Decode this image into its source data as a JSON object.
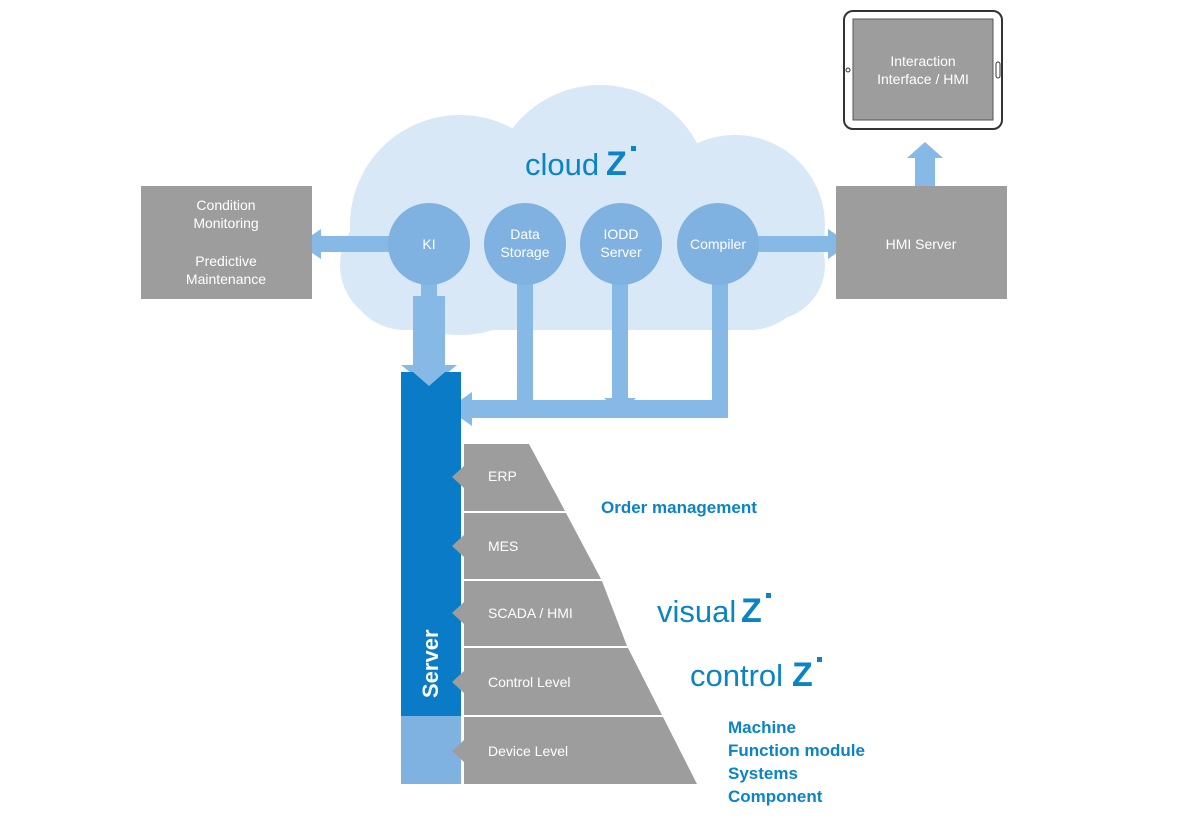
{
  "cloud": {
    "brand": "cloud",
    "nodes": [
      {
        "line1": "KI",
        "line2": ""
      },
      {
        "line1": "Data",
        "line2": "Storage"
      },
      {
        "line1": "IODD",
        "line2": "Server"
      },
      {
        "line1": "Compiler",
        "line2": ""
      }
    ]
  },
  "condition_box": {
    "line1": "Condition",
    "line2": "Monitoring",
    "line3": "Predictive",
    "line4": "Maintenance"
  },
  "hmi_server": {
    "label": "HMI Server"
  },
  "tablet": {
    "line1": "Interaction",
    "line2": "Interface / HMI"
  },
  "server": {
    "label": "Server"
  },
  "pyramid": {
    "levels": [
      "ERP",
      "MES",
      "SCADA / HMI",
      "Control Level",
      "Device Level"
    ]
  },
  "annotations": {
    "order_management": "Order management",
    "visual_brand": "visual",
    "control_brand": "control",
    "machine_list": [
      "Machine",
      "Function module",
      "Systems",
      "Component"
    ]
  },
  "colors": {
    "cloud": "#d9e8f6",
    "node": "#7fb2e1",
    "arrow": "#86b9e5",
    "gray_box": "#9d9d9d",
    "server_blue": "#0a7bc6",
    "brand_blue": "#0a84c6"
  }
}
